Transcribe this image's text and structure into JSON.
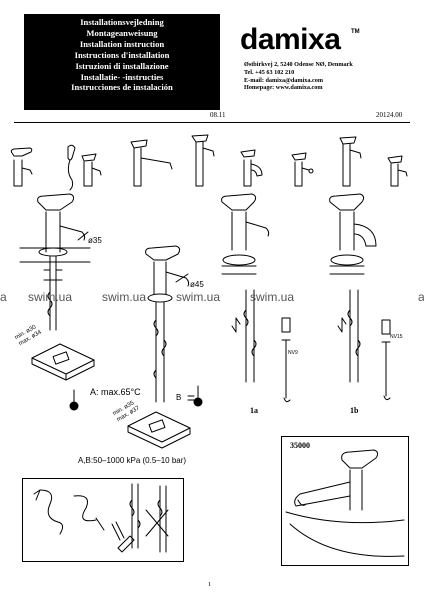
{
  "header": {
    "titles": [
      "Installationsvejledning",
      "Montageanweisung",
      "Installation instruction",
      "Instructions d'installation",
      "Istruzioni di installazione",
      "Installatie- -instructies",
      "Instrucciones de instalación"
    ],
    "brand": "damixa",
    "brand_tm": "TM",
    "address_lines": [
      "Østbirkvej 2, 5240 Odense NØ, Denmark",
      "Tel. +45 63 102 210",
      "E-mail: damixa@damixa.com",
      "Homepage: www.damixa.com"
    ],
    "date": "08.11",
    "doc_number": "20124.00"
  },
  "watermark": [
    "a",
    "swim.ua",
    "swim.ua",
    "swim.ua",
    "swim.ua",
    "a"
  ],
  "labels": {
    "dim_35": "ø35",
    "dim_45": "ø45",
    "min_30": "min. ø30",
    "max_34": "max. ø34",
    "min_35": "min. ø35",
    "max_37": "max. ø37",
    "temp_a": "A:  max.65°C",
    "label_b": "B",
    "nv9": "NV9",
    "nv15": "NV15",
    "step_1a": "1a",
    "step_1b": "1b",
    "pressure": "A,B:50–1000  kPa  (0.5–10  bar)",
    "model": "35000"
  },
  "page_number": "1"
}
